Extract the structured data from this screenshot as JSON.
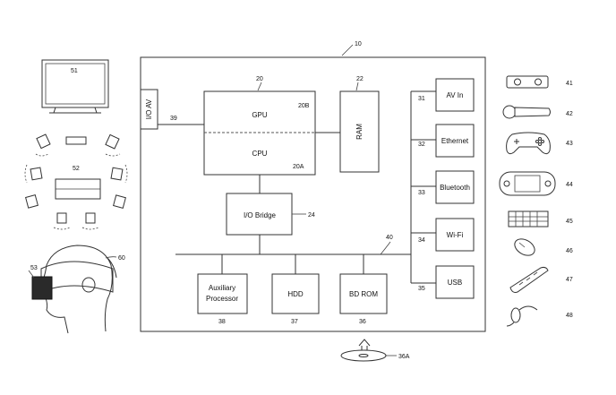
{
  "main_system": {
    "ref": "10",
    "io_av": "I/O AV",
    "io_av_ref": "39",
    "processor_ref": "20",
    "gpu": "GPU",
    "gpu_ref": "20B",
    "cpu": "CPU",
    "cpu_ref": "20A",
    "ram": "RAM",
    "ram_ref": "22",
    "io_bridge": "I/O Bridge",
    "io_bridge_ref": "24",
    "bus_ref": "40",
    "aux": [
      "Auxiliary",
      "Processor"
    ],
    "aux_ref": "38",
    "hdd": "HDD",
    "hdd_ref": "37",
    "bdrom": "BD ROM",
    "bdrom_ref": "36",
    "disc_ref": "36A"
  },
  "interfaces": [
    {
      "label": "AV In",
      "ref": "31"
    },
    {
      "label": "Ethernet",
      "ref": "32"
    },
    {
      "label": "Bluetooth",
      "ref": "33"
    },
    {
      "label": "Wi-Fi",
      "ref": "34"
    },
    {
      "label": "USB",
      "ref": "35"
    }
  ],
  "left_refs": {
    "tv": "51",
    "speakers": "52",
    "hmd_display": "53",
    "head": "60"
  },
  "peripheral_refs": [
    "41",
    "42",
    "43",
    "44",
    "45",
    "46",
    "47",
    "48"
  ]
}
